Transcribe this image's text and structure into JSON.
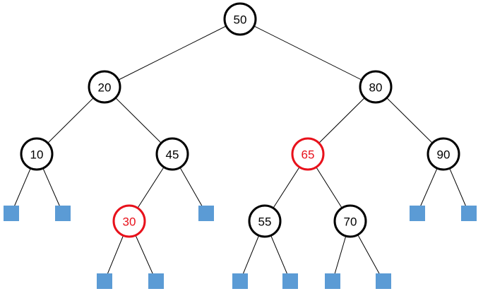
{
  "colors": {
    "background": "#ffffff",
    "black_node": "#000000",
    "red_node": "#e8111b",
    "leaf": "#5b9bd5",
    "edge": "#000000"
  },
  "nodes": [
    {
      "id": "n50",
      "label": "50",
      "color": "black"
    },
    {
      "id": "n20",
      "label": "20",
      "color": "black"
    },
    {
      "id": "n80",
      "label": "80",
      "color": "black"
    },
    {
      "id": "n10",
      "label": "10",
      "color": "black"
    },
    {
      "id": "n45",
      "label": "45",
      "color": "black"
    },
    {
      "id": "n65",
      "label": "65",
      "color": "red"
    },
    {
      "id": "n90",
      "label": "90",
      "color": "black"
    },
    {
      "id": "n30",
      "label": "30",
      "color": "red"
    },
    {
      "id": "n55",
      "label": "55",
      "color": "black"
    },
    {
      "id": "n70",
      "label": "70",
      "color": "black"
    }
  ],
  "leaves": [
    {
      "id": "l10a",
      "parent": "n10"
    },
    {
      "id": "l10b",
      "parent": "n10"
    },
    {
      "id": "l45b",
      "parent": "n45"
    },
    {
      "id": "l30a",
      "parent": "n30"
    },
    {
      "id": "l30b",
      "parent": "n30"
    },
    {
      "id": "l55a",
      "parent": "n55"
    },
    {
      "id": "l55b",
      "parent": "n55"
    },
    {
      "id": "l70a",
      "parent": "n70"
    },
    {
      "id": "l70b",
      "parent": "n70"
    },
    {
      "id": "l90a",
      "parent": "n90"
    },
    {
      "id": "l90b",
      "parent": "n90"
    }
  ],
  "edges": [
    [
      "n50",
      "n20"
    ],
    [
      "n50",
      "n80"
    ],
    [
      "n20",
      "n10"
    ],
    [
      "n20",
      "n45"
    ],
    [
      "n80",
      "n65"
    ],
    [
      "n80",
      "n90"
    ],
    [
      "n10",
      "l10a"
    ],
    [
      "n10",
      "l10b"
    ],
    [
      "n45",
      "n30"
    ],
    [
      "n45",
      "l45b"
    ],
    [
      "n65",
      "n55"
    ],
    [
      "n65",
      "n70"
    ],
    [
      "n90",
      "l90a"
    ],
    [
      "n90",
      "l90b"
    ],
    [
      "n30",
      "l30a"
    ],
    [
      "n30",
      "l30b"
    ],
    [
      "n55",
      "l55a"
    ],
    [
      "n55",
      "l55b"
    ],
    [
      "n70",
      "l70a"
    ],
    [
      "n70",
      "l70b"
    ]
  ]
}
